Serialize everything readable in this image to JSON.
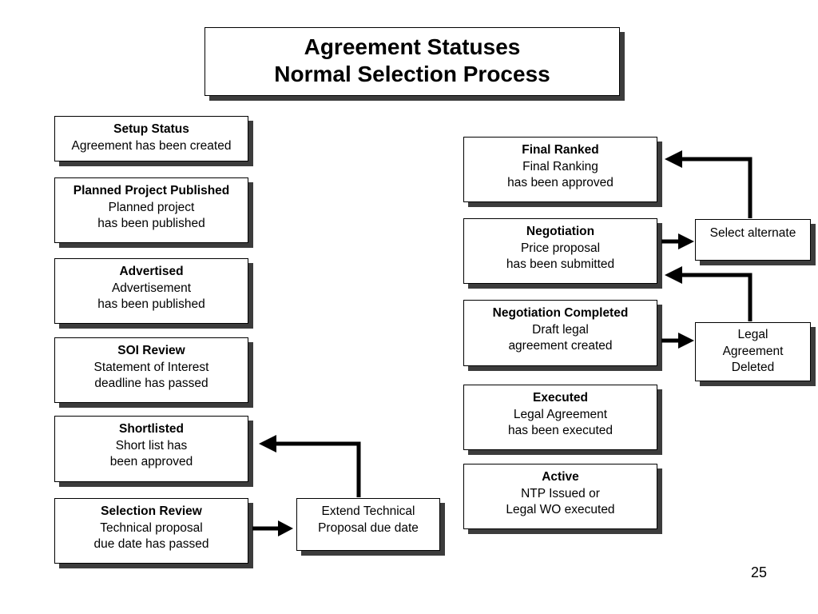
{
  "title": {
    "line1": "Agreement Statuses",
    "line2": "Normal Selection Process"
  },
  "left_column": [
    {
      "title": "Setup Status",
      "lines": [
        "Agreement has been created"
      ]
    },
    {
      "title": "Planned Project Published",
      "lines": [
        "Planned project",
        "has been published"
      ]
    },
    {
      "title": "Advertised",
      "lines": [
        "Advertisement",
        "has been published"
      ]
    },
    {
      "title": "SOI Review",
      "lines": [
        "Statement of Interest",
        "deadline has passed"
      ]
    },
    {
      "title": "Shortlisted",
      "lines": [
        "Short list has",
        "been approved"
      ]
    },
    {
      "title": "Selection Review",
      "lines": [
        "Technical proposal",
        "due date has passed"
      ]
    }
  ],
  "right_column": [
    {
      "title": "Final Ranked",
      "lines": [
        "Final Ranking",
        "has been approved"
      ]
    },
    {
      "title": "Negotiation",
      "lines": [
        "Price proposal",
        "has been submitted"
      ]
    },
    {
      "title": "Negotiation Completed",
      "lines": [
        "Draft legal",
        "agreement created"
      ]
    },
    {
      "title": "Executed",
      "lines": [
        "Legal Agreement",
        "has been executed"
      ]
    },
    {
      "title": "Active",
      "lines": [
        "NTP Issued or",
        "Legal WO executed"
      ]
    }
  ],
  "side_actions": {
    "extend": [
      "Extend Technical",
      "Proposal due date"
    ],
    "select_alternate": [
      "Select alternate"
    ],
    "legal_deleted": [
      "Legal",
      "Agreement",
      "Deleted"
    ]
  },
  "page_number": "25"
}
